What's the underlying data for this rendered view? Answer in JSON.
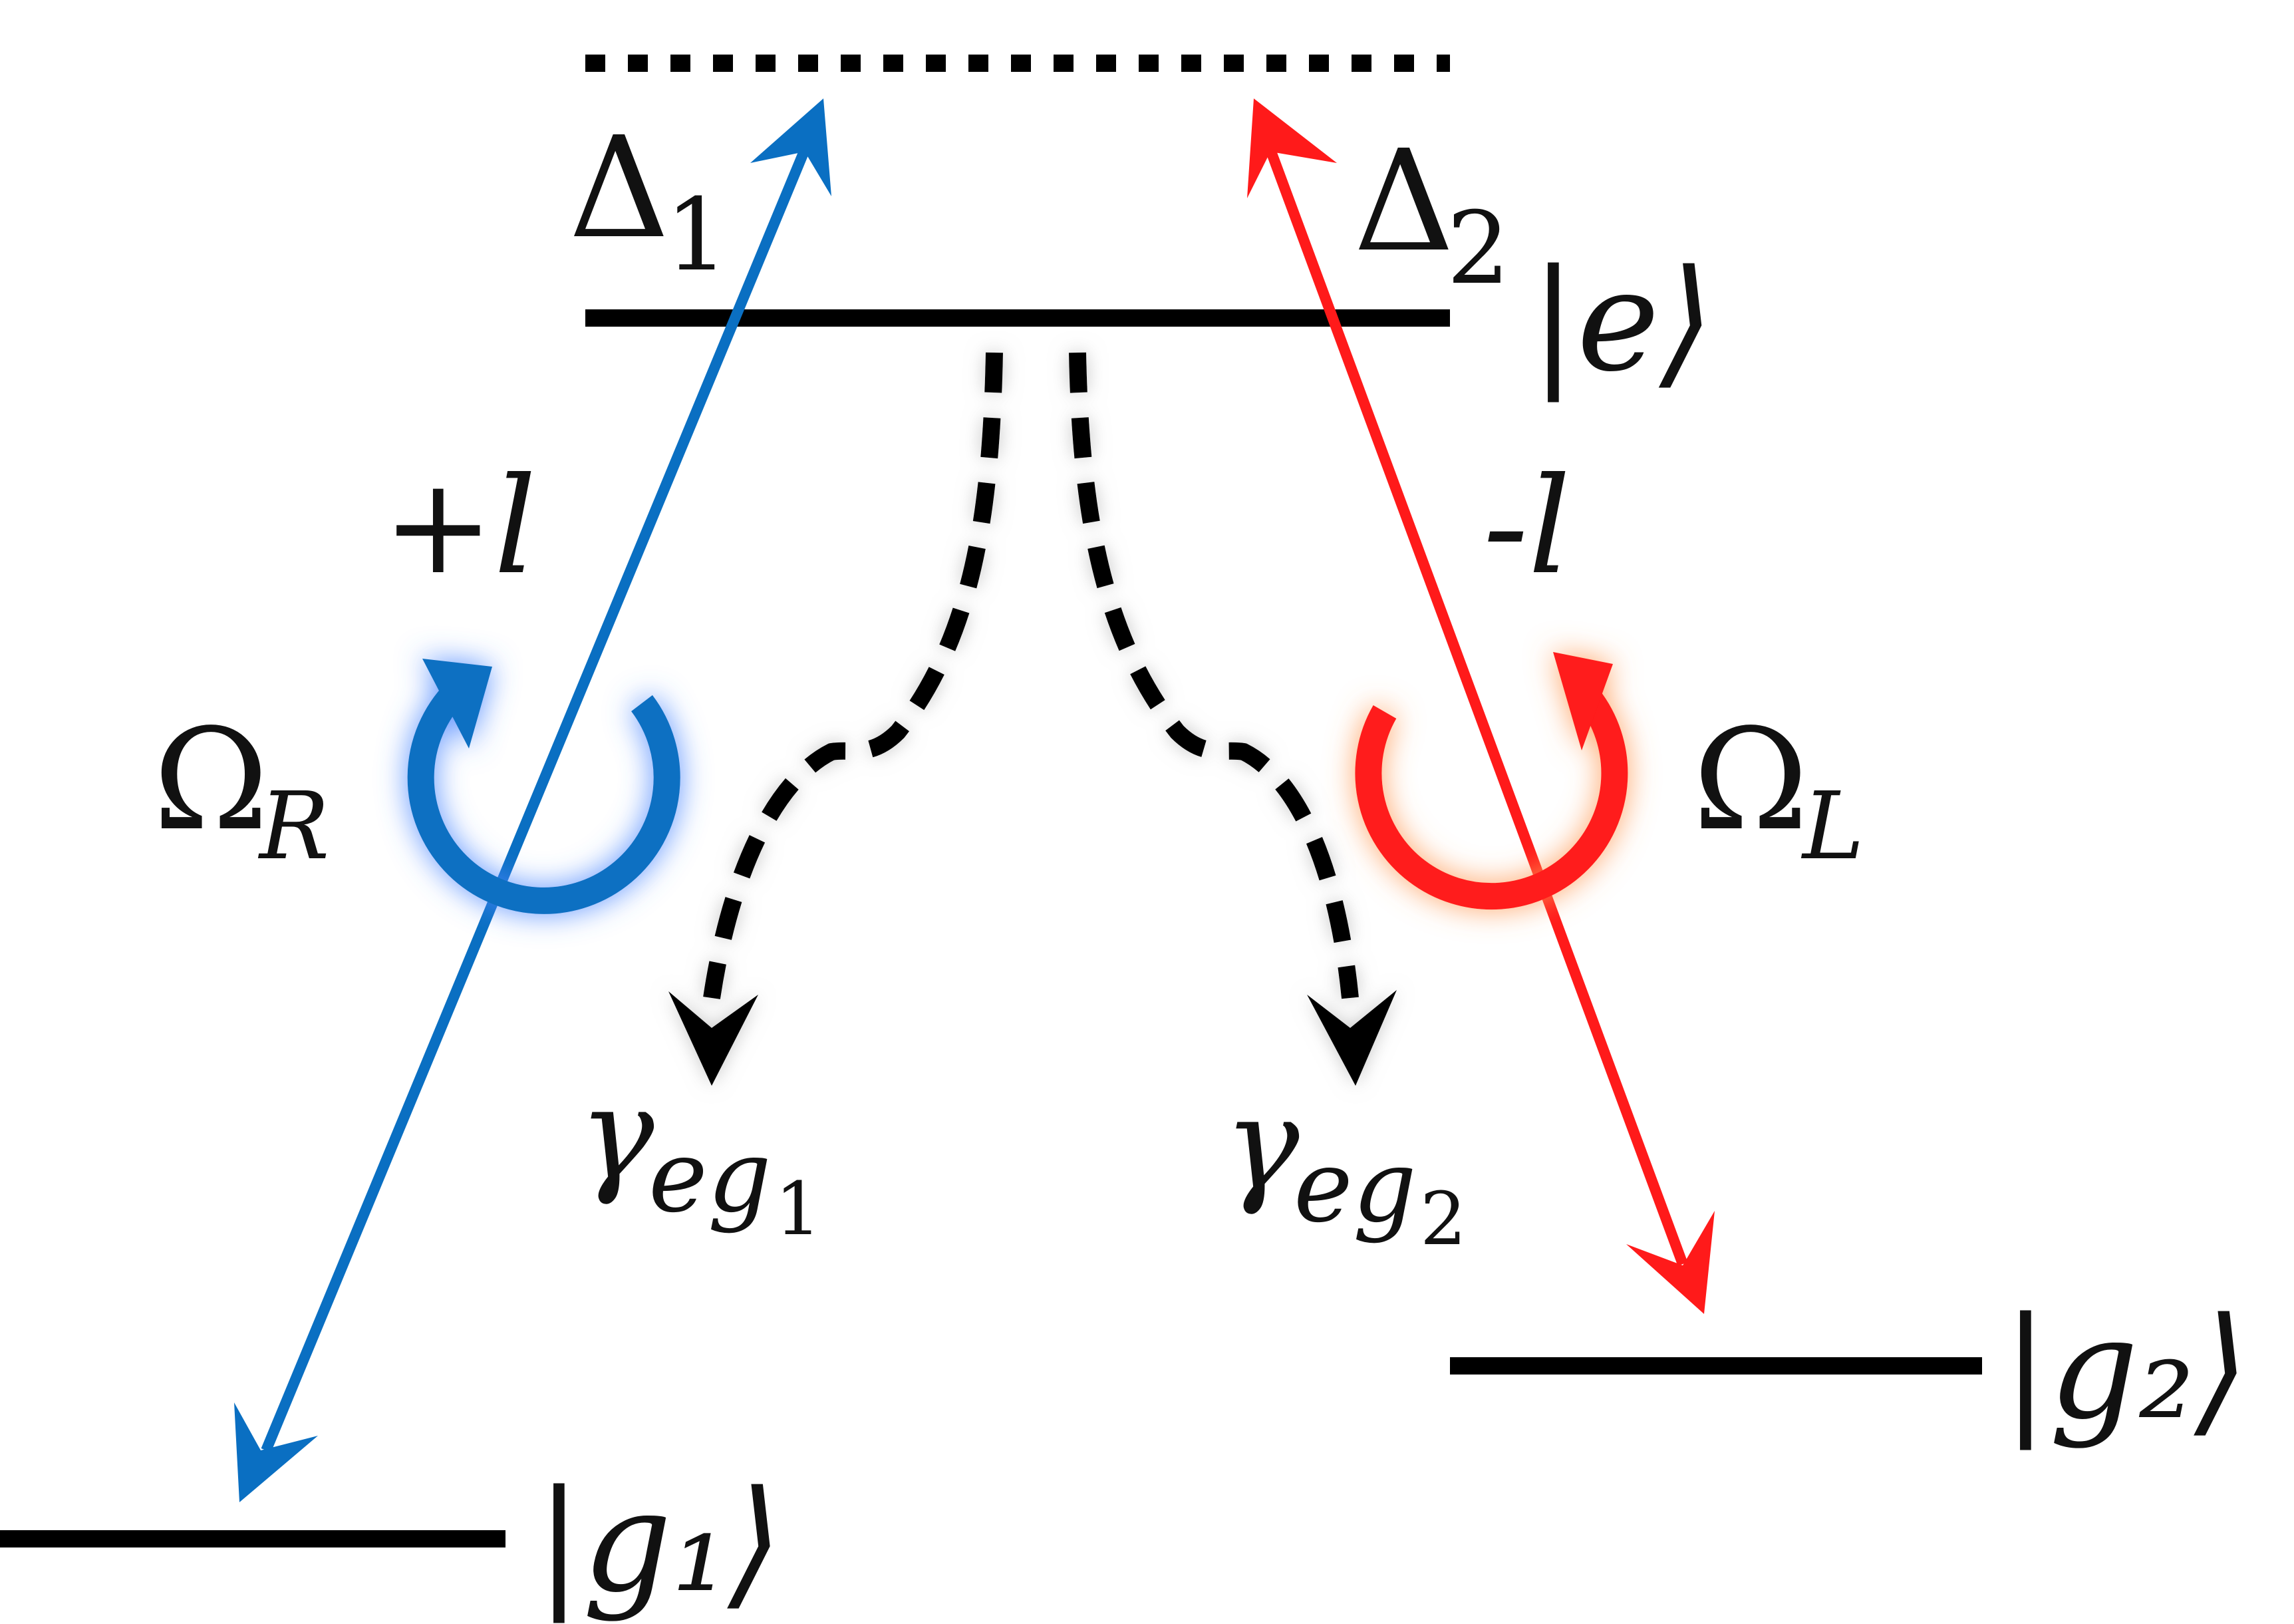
{
  "levels": {
    "excited": {
      "ket": "|e⟩"
    },
    "ground1": {
      "ket": "|g₁⟩"
    },
    "ground2": {
      "ket": "|g₂⟩"
    }
  },
  "detunings": {
    "delta1": {
      "symbol": "Δ",
      "subscript": "1"
    },
    "delta2": {
      "symbol": "Δ",
      "subscript": "2"
    }
  },
  "fields": {
    "right": {
      "oam": "+l",
      "symbol": "Ω",
      "subscript": "R",
      "color": "#0a6fc2",
      "glow": "#5b8fff"
    },
    "left": {
      "oam": "-l",
      "symbol": "Ω",
      "subscript": "L",
      "color": "#ff1a1a",
      "glow": "#ffa060"
    }
  },
  "decays": {
    "g1": {
      "symbol": "γ",
      "sub": "eg",
      "subsub": "1"
    },
    "g2": {
      "symbol": "γ",
      "sub": "eg",
      "subsub": "2"
    }
  },
  "colors": {
    "line": "#000000",
    "decay": "#000000"
  }
}
